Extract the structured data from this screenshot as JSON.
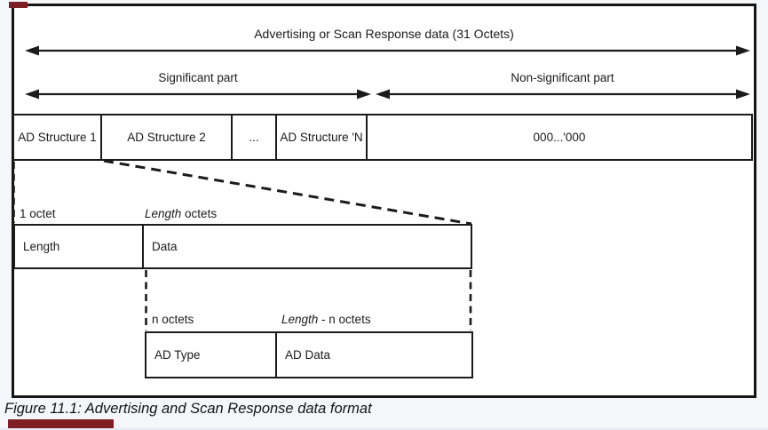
{
  "figure": {
    "top_arrow_label": "Advertising or Scan Response data (31 Octets)",
    "significant_label": "Significant part",
    "non_significant_label": "Non-significant part",
    "structure_cells": [
      "AD Structure 1",
      "AD Structure 2",
      "...",
      "AD Structure 'N",
      "000...'000"
    ],
    "one_octet_label": "1 octet",
    "length_octets": {
      "em": "Length",
      "rest": " octets"
    },
    "length_label": "Length",
    "data_label": "Data",
    "n_octets_label": "n octets",
    "length_n_octets": {
      "em": "Length",
      "rest": " - n octets"
    },
    "ad_type_label": "AD Type",
    "ad_data_label": "AD Data",
    "caption": "Figure 11.1: Advertising and Scan Response data format"
  },
  "colors": {
    "line": "#1b1b1b",
    "page_background": "#f5f6fa",
    "diagram_background": "#ffffff",
    "accent_red": "#7d1f23"
  }
}
